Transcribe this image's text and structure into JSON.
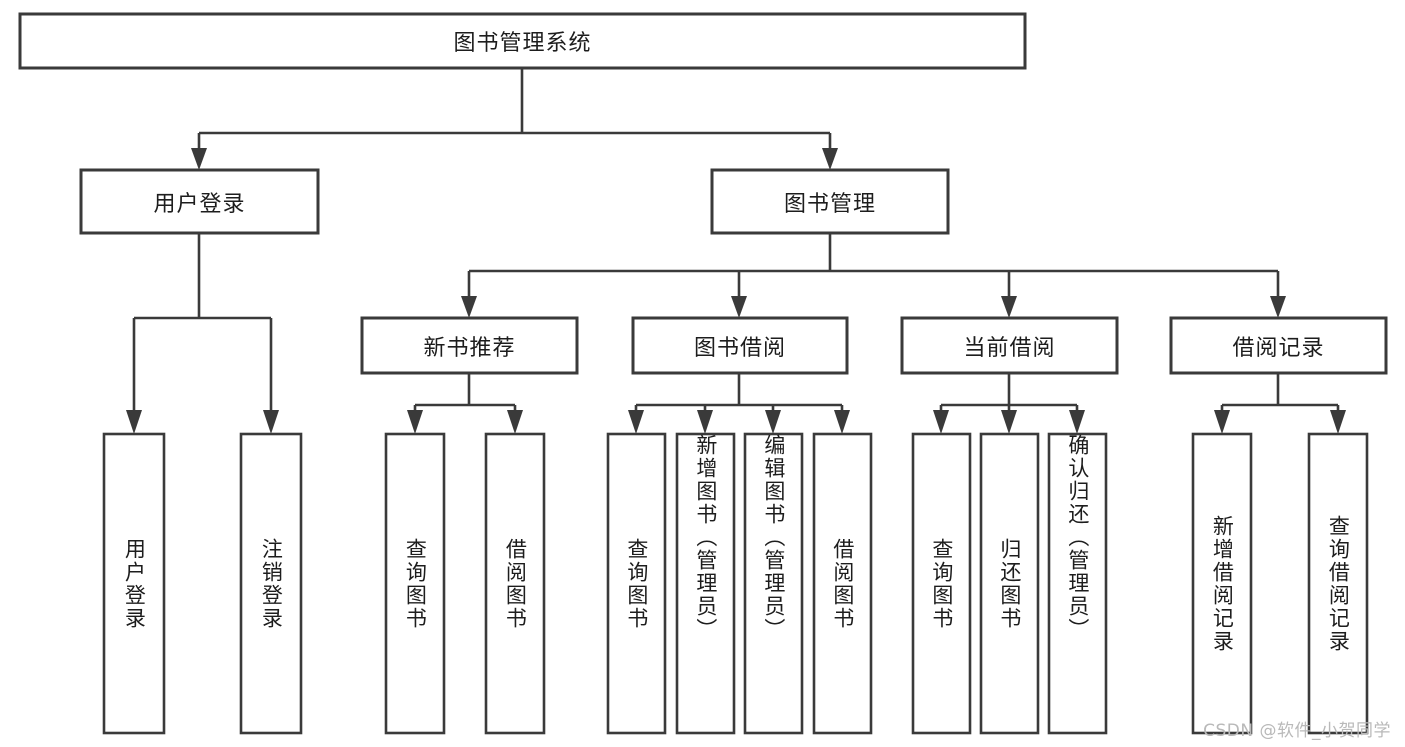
{
  "diagram": {
    "type": "tree",
    "title": "图书管理系统",
    "watermark": "CSDN @软件_小贺同学",
    "colors": {
      "box_stroke": "#3a3a3a",
      "box_fill": "#ffffff",
      "text": "#1d1d1d",
      "watermark": "#b9b9b9",
      "background": "#ffffff"
    },
    "nodes": {
      "root": {
        "label": "图书管理系统",
        "orientation": "horizontal",
        "level": 0
      },
      "login": {
        "label": "用户登录",
        "orientation": "horizontal",
        "level": 1
      },
      "book_mgmt": {
        "label": "图书管理",
        "orientation": "horizontal",
        "level": 1
      },
      "new_book_rec": {
        "label": "新书推荐",
        "orientation": "horizontal",
        "level": 2
      },
      "book_borrow": {
        "label": "图书借阅",
        "orientation": "horizontal",
        "level": 2
      },
      "current_borrow": {
        "label": "当前借阅",
        "orientation": "horizontal",
        "level": 2
      },
      "borrow_record": {
        "label": "借阅记录",
        "orientation": "horizontal",
        "level": 2
      },
      "leaf_user_login": {
        "label": "用户登录",
        "orientation": "vertical",
        "level": 2
      },
      "leaf_logout": {
        "label": "注销登录",
        "orientation": "vertical",
        "level": 2
      },
      "leaf_query_book_1": {
        "label": "查询图书",
        "orientation": "vertical",
        "level": 3
      },
      "leaf_borrow_book_1": {
        "label": "借阅图书",
        "orientation": "vertical",
        "level": 3
      },
      "leaf_query_book_2": {
        "label": "查询图书",
        "orientation": "vertical",
        "level": 3
      },
      "leaf_add_book": {
        "label": "新增图书（管理员）",
        "orientation": "vertical",
        "level": 3
      },
      "leaf_edit_book": {
        "label": "编辑图书（管理员）",
        "orientation": "vertical",
        "level": 3
      },
      "leaf_borrow_book_2": {
        "label": "借阅图书",
        "orientation": "vertical",
        "level": 3
      },
      "leaf_query_book_3": {
        "label": "查询图书",
        "orientation": "vertical",
        "level": 3
      },
      "leaf_return_book": {
        "label": "归还图书",
        "orientation": "vertical",
        "level": 3
      },
      "leaf_confirm_return": {
        "label": "确认归还（管理员）",
        "orientation": "vertical",
        "level": 3
      },
      "leaf_add_record": {
        "label": "新增借阅记录",
        "orientation": "vertical",
        "level": 3
      },
      "leaf_query_record": {
        "label": "查询借阅记录",
        "orientation": "vertical",
        "level": 3
      }
    },
    "edges": [
      {
        "from": "root",
        "to": "login"
      },
      {
        "from": "root",
        "to": "book_mgmt"
      },
      {
        "from": "login",
        "to": "leaf_user_login"
      },
      {
        "from": "login",
        "to": "leaf_logout"
      },
      {
        "from": "book_mgmt",
        "to": "new_book_rec"
      },
      {
        "from": "book_mgmt",
        "to": "book_borrow"
      },
      {
        "from": "book_mgmt",
        "to": "current_borrow"
      },
      {
        "from": "book_mgmt",
        "to": "borrow_record"
      },
      {
        "from": "new_book_rec",
        "to": "leaf_query_book_1"
      },
      {
        "from": "new_book_rec",
        "to": "leaf_borrow_book_1"
      },
      {
        "from": "book_borrow",
        "to": "leaf_query_book_2"
      },
      {
        "from": "book_borrow",
        "to": "leaf_add_book"
      },
      {
        "from": "book_borrow",
        "to": "leaf_edit_book"
      },
      {
        "from": "book_borrow",
        "to": "leaf_borrow_book_2"
      },
      {
        "from": "current_borrow",
        "to": "leaf_query_book_3"
      },
      {
        "from": "current_borrow",
        "to": "leaf_return_book"
      },
      {
        "from": "current_borrow",
        "to": "leaf_confirm_return"
      },
      {
        "from": "borrow_record",
        "to": "leaf_add_record"
      },
      {
        "from": "borrow_record",
        "to": "leaf_query_record"
      }
    ]
  }
}
